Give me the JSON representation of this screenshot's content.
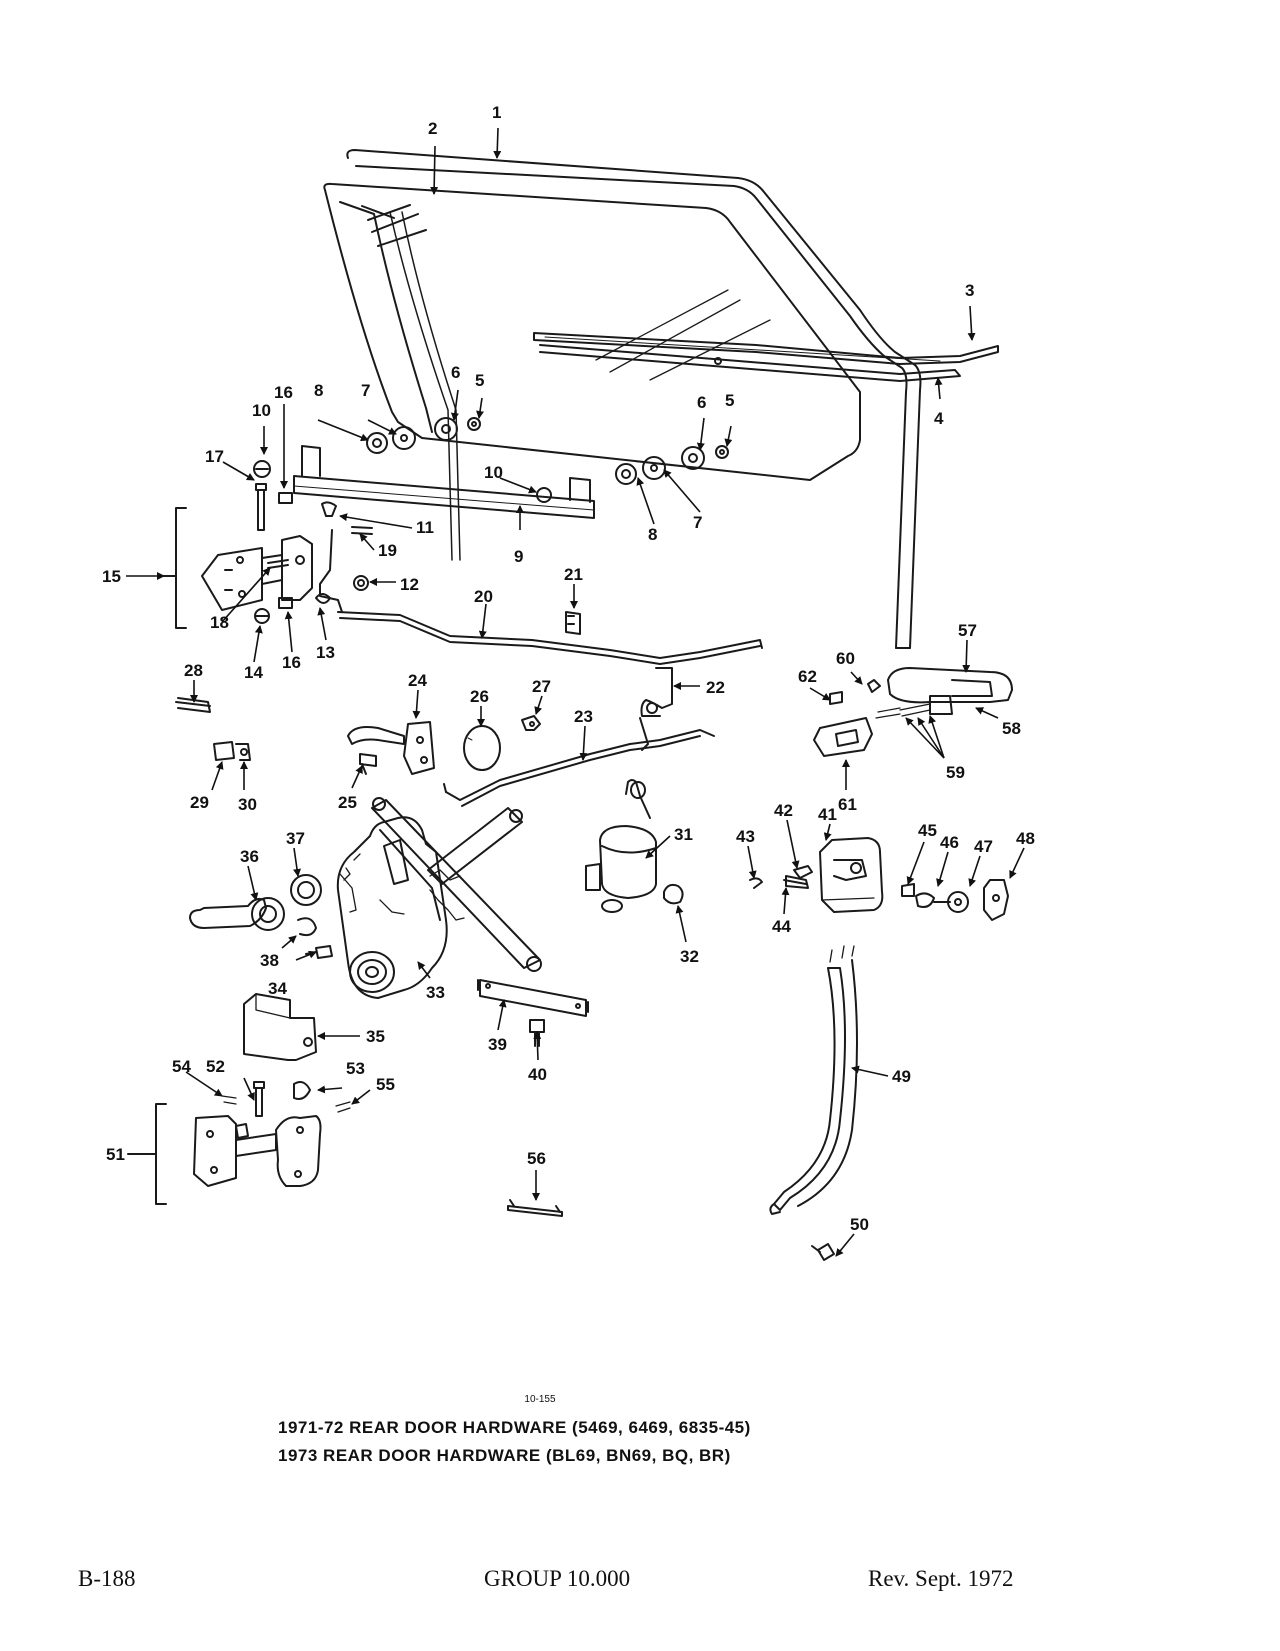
{
  "diagram": {
    "figure_number": "10-155",
    "caption_line_1": "1971-72 REAR DOOR HARDWARE (5469, 6469, 6835-45)",
    "caption_line_2": "1973 REAR DOOR HARDWARE (BL69, BN69, BQ, BR)",
    "callouts": [
      "1",
      "2",
      "3",
      "4",
      "5",
      "5",
      "6",
      "6",
      "7",
      "7",
      "8",
      "8",
      "9",
      "10",
      "10",
      "11",
      "12",
      "13",
      "14",
      "15",
      "16",
      "16",
      "17",
      "18",
      "19",
      "20",
      "21",
      "22",
      "23",
      "24",
      "25",
      "26",
      "27",
      "28",
      "29",
      "30",
      "31",
      "32",
      "33",
      "34",
      "35",
      "36",
      "37",
      "38",
      "39",
      "40",
      "41",
      "42",
      "43",
      "44",
      "45",
      "46",
      "47",
      "48",
      "49",
      "50",
      "51",
      "52",
      "53",
      "54",
      "55",
      "56",
      "57",
      "58",
      "59",
      "60",
      "61",
      "62"
    ]
  },
  "footer": {
    "page": "B-188",
    "group": "GROUP 10.000",
    "revision": "Rev. Sept. 1972"
  }
}
